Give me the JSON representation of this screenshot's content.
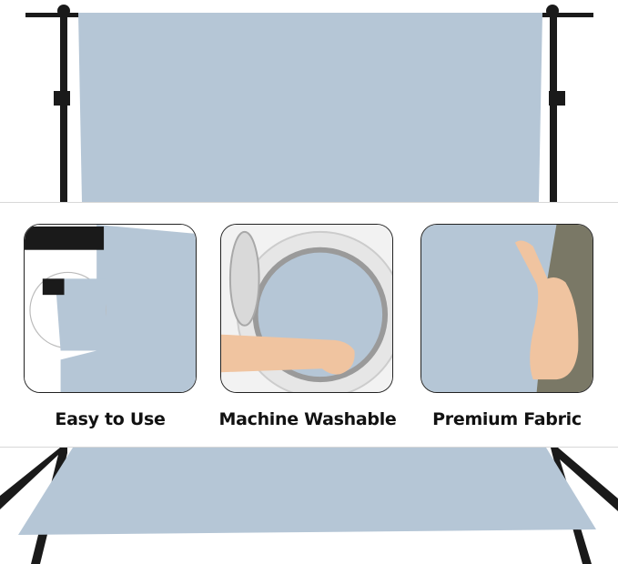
{
  "colors": {
    "backdrop": "#b5c6d6",
    "stand": "#1a1a1a",
    "skin": "#f0c4a0",
    "caption_text": "#111111"
  },
  "features": [
    {
      "caption": "Easy to Use",
      "icon": "clip-zoom-icon"
    },
    {
      "caption": "Machine Washable",
      "icon": "washing-machine-icon"
    },
    {
      "caption": "Premium Fabric",
      "icon": "hand-fabric-icon"
    }
  ]
}
